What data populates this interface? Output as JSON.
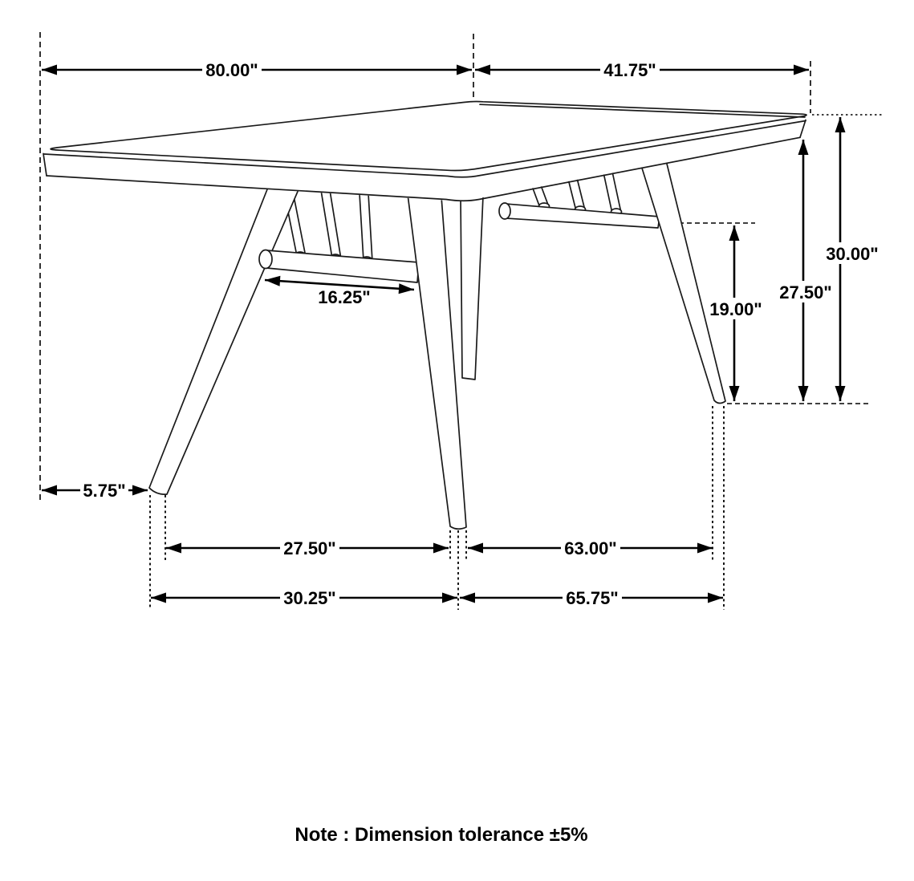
{
  "drawing": {
    "subject": "dining-table-dimension-drawing"
  },
  "dimensions": {
    "length_top": "80.00\"",
    "depth_top": "41.75\"",
    "overall_height": "30.00\"",
    "apron_height": "27.50\"",
    "stretcher_height": "19.00\"",
    "stretcher_length": "16.25\"",
    "foot_inset": "5.75\"",
    "front_feet_inner_span": "27.50\"",
    "front_feet_outer_span": "30.25\"",
    "side_feet_inner_span": "63.00\"",
    "side_feet_outer_span": "65.75\""
  },
  "footer": {
    "note": "Note : Dimension tolerance ±5%"
  },
  "colors": {
    "line": "#000000",
    "background": "#ffffff"
  }
}
